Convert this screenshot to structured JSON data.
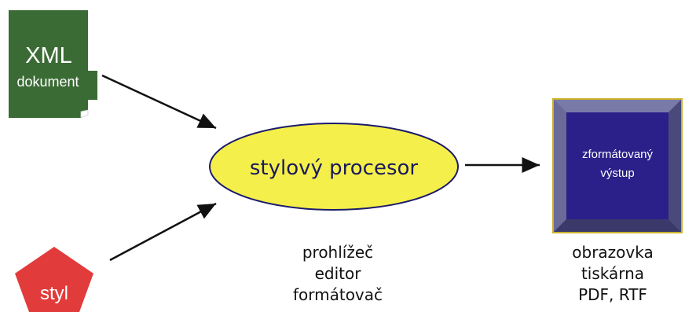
{
  "nodes": {
    "xml_document": {
      "line1": "XML",
      "line2": "dokument",
      "color": "#3b6b35"
    },
    "style": {
      "label": "styl",
      "color": "#e23b3b"
    },
    "processor": {
      "label": "stylový procesor",
      "fill": "#f5ef4b",
      "stroke": "#1b1b6b"
    },
    "output": {
      "line1": "zformátovaný",
      "line2": "výstup",
      "fill": "#2b1f8a",
      "bevel": "#5a5a8a",
      "border": "#c9b22a"
    }
  },
  "captions": {
    "processor": [
      "prohlížeč",
      "editor",
      "formátovač"
    ],
    "output": [
      "obrazovka",
      "tiskárna",
      "PDF, RTF"
    ]
  },
  "arrow_color": "#111111"
}
